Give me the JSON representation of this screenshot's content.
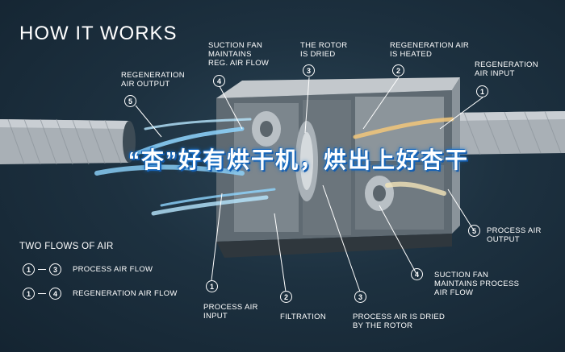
{
  "title": "HOW IT WORKS",
  "overlay_text": "“杏”好有烘干机，烘出上好杏干",
  "labels": {
    "regen_output": "REGENERATION\nAIR OUTPUT",
    "suction_fan_regen": "SUCTION FAN\nMAINTAINS\nREG. AIR FLOW",
    "rotor_dried": "THE ROTOR\nIS DRIED",
    "regen_heated": "REGENERATION AIR\nIS HEATED",
    "regen_input": "REGENERATION\nAIR INPUT",
    "process_output": "PROCESS AIR\nOUTPUT",
    "suction_fan_process": "SUCTION FAN\nMAINTAINS PROCESS\nAIR FLOW",
    "process_input": "PROCESS AIR\nINPUT",
    "filtration": "FILTRATION",
    "process_dried": "PROCESS AIR IS DRIED\nBY THE ROTOR"
  },
  "numbers": {
    "regen_output": "5",
    "suction_fan_regen": "4",
    "rotor_dried": "3",
    "regen_heated": "2",
    "regen_input": "1",
    "process_output": "5",
    "suction_fan_process": "4",
    "process_input": "1",
    "filtration": "2",
    "process_dried": "3"
  },
  "legend": {
    "title": "TWO FLOWS OF AIR",
    "rows": [
      {
        "from": "1",
        "to": "3",
        "label": "PROCESS AIR FLOW"
      },
      {
        "from": "1",
        "to": "4",
        "label": "REGENERATION AIR FLOW"
      }
    ]
  },
  "colors": {
    "background": "#1d3140",
    "duct": "#a9b0b6",
    "air_flow": "#8fd6ff",
    "hot_flow": "#f2c77a"
  }
}
